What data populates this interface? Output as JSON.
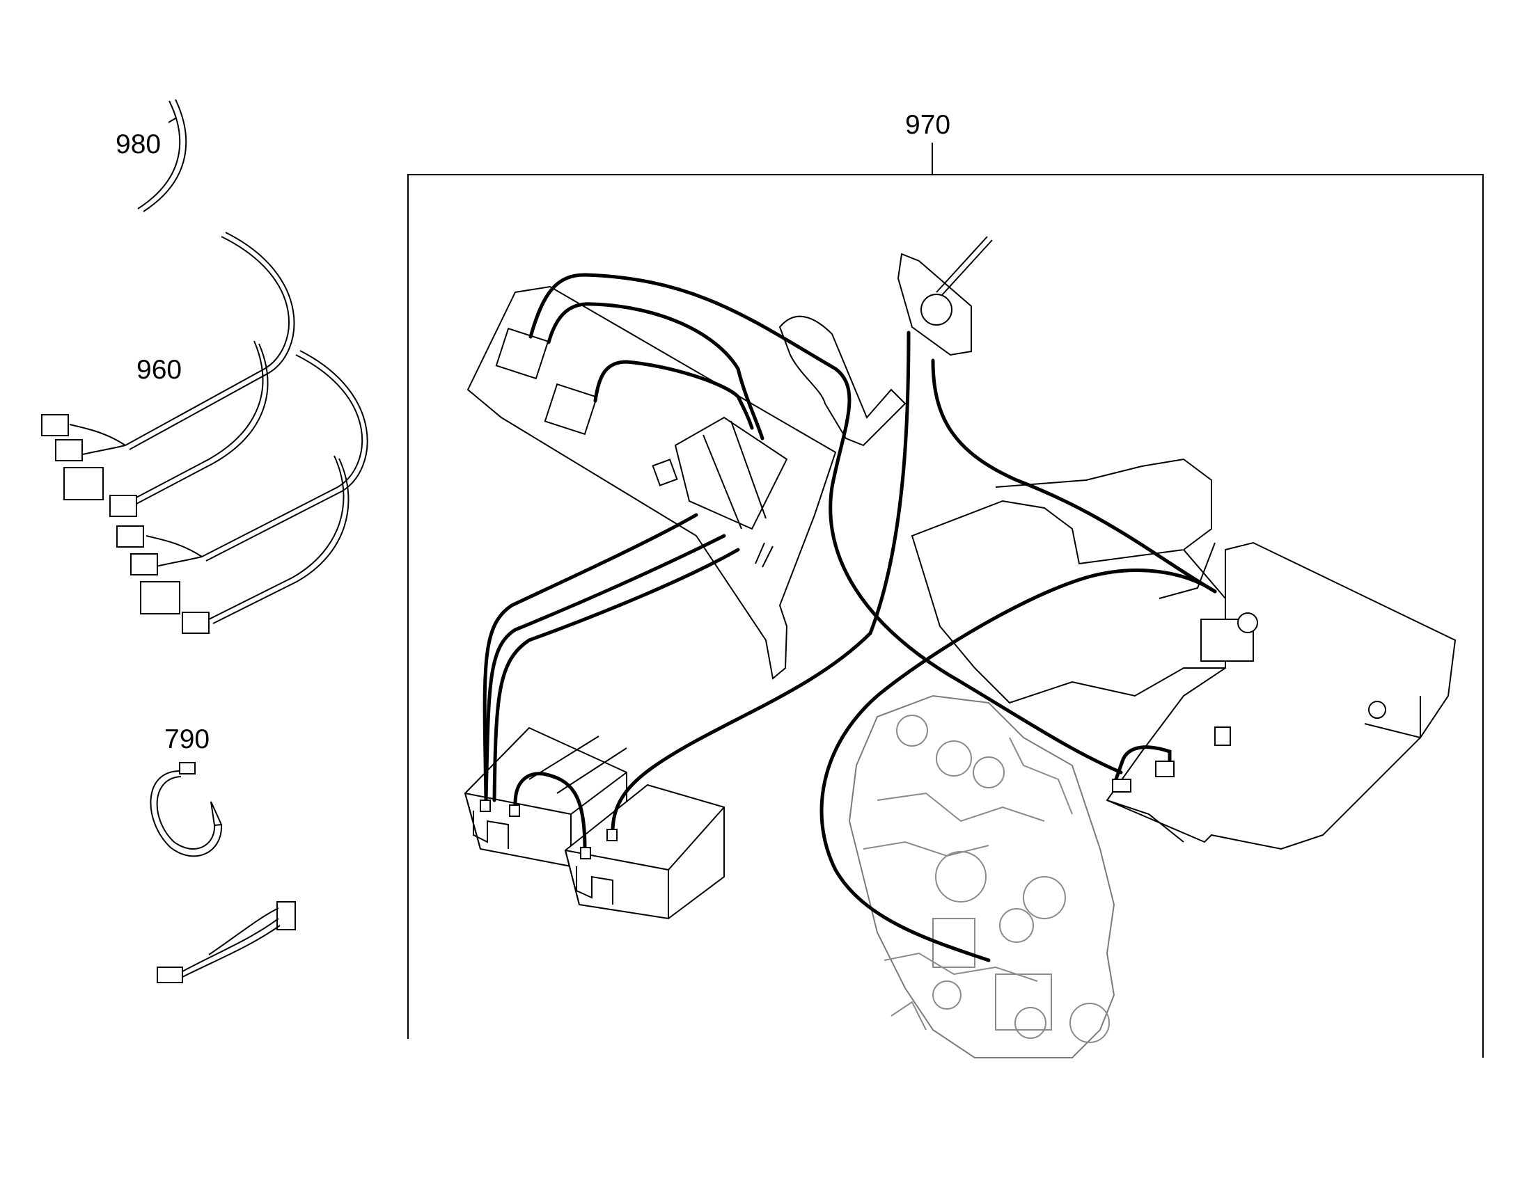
{
  "callouts": {
    "c980": "980",
    "c960": "960",
    "c790": "790",
    "c970": "970"
  },
  "colors": {
    "line": "#000000",
    "engine_gray": "#8a8a8a",
    "background": "#ffffff"
  }
}
